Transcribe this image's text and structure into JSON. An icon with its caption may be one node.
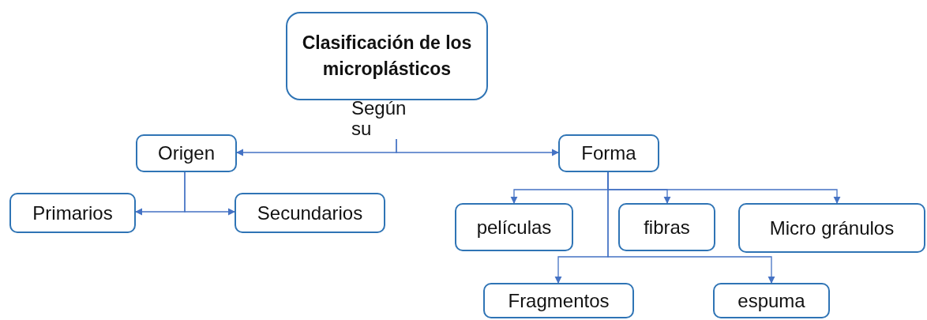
{
  "diagram": {
    "nodes": [
      {
        "text": [
          "Clasificación de los microplásticos"
        ]
      },
      {
        "text": [
          "Según su"
        ]
      },
      {
        "text": [
          "Origen"
        ]
      },
      {
        "text": [
          "Forma"
        ]
      },
      {
        "text": [
          "Primarios"
        ]
      },
      {
        "text": [
          "Secundarios"
        ]
      },
      {
        "text": [
          "películas"
        ]
      },
      {
        "text": [
          "fibras"
        ]
      },
      {
        "text": [
          "Micro gránulos"
        ]
      },
      {
        "text": [
          "Fragmentos"
        ]
      },
      {
        "text": [
          "espuma"
        ]
      }
    ],
    "edges": [
      {
        "from": 1,
        "to": 2,
        "arrow": "to"
      },
      {
        "from": 1,
        "to": 3,
        "arrow": "to"
      },
      {
        "from": 2,
        "to": 4,
        "arrow": "to"
      },
      {
        "from": 2,
        "to": 5,
        "arrow": "to"
      },
      {
        "from": 3,
        "to": 6,
        "arrow": "to"
      },
      {
        "from": 3,
        "to": 7,
        "arrow": "to"
      },
      {
        "from": 3,
        "to": 8,
        "arrow": "to"
      },
      {
        "from": 3,
        "to": 9,
        "arrow": "to"
      },
      {
        "from": 3,
        "to": 10,
        "arrow": "to"
      }
    ]
  }
}
